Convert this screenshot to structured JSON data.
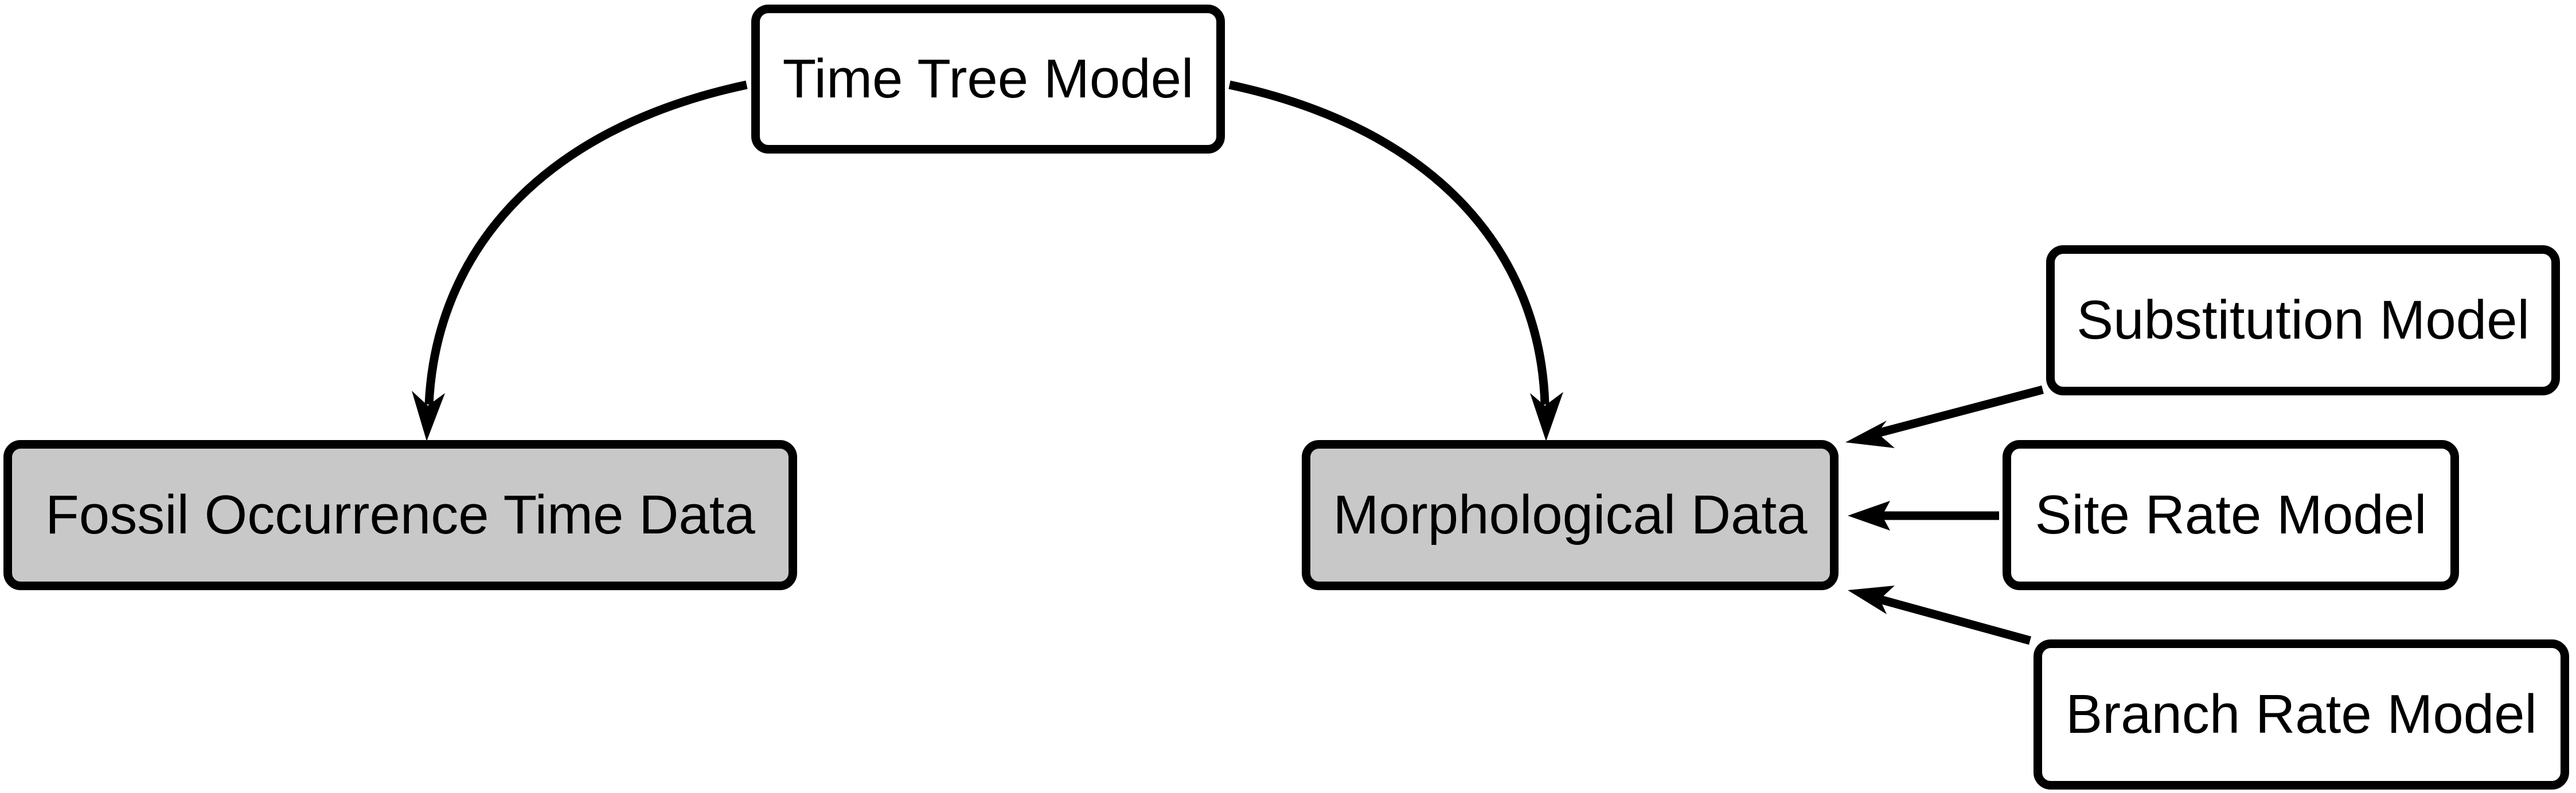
{
  "diagram": {
    "colors": {
      "stroke": "#000000",
      "observed_fill": "#c8c8c8",
      "model_fill": "#ffffff",
      "text": "#000000"
    },
    "nodes": {
      "time_tree": {
        "label": "Time Tree Model",
        "kind": "model"
      },
      "fossil": {
        "label": "Fossil Occurrence Time Data",
        "kind": "observed"
      },
      "morph": {
        "label": "Morphological Data",
        "kind": "observed"
      },
      "subst": {
        "label": "Substitution Model",
        "kind": "model"
      },
      "site": {
        "label": "Site Rate Model",
        "kind": "model"
      },
      "branch": {
        "label": "Branch Rate Model",
        "kind": "model"
      }
    },
    "edges": [
      {
        "from": "time_tree",
        "to": "fossil"
      },
      {
        "from": "time_tree",
        "to": "morph"
      },
      {
        "from": "subst",
        "to": "morph"
      },
      {
        "from": "site",
        "to": "morph"
      },
      {
        "from": "branch",
        "to": "morph"
      }
    ]
  }
}
